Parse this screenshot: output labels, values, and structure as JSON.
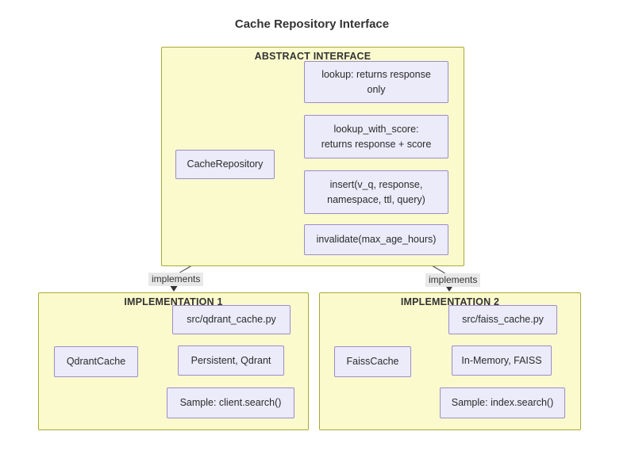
{
  "title": "Cache Repository Interface",
  "colors": {
    "cluster_fill": "#FBFACD",
    "cluster_border": "#AAAA33",
    "node_fill": "#ECEBFA",
    "node_border": "#9B8CCC",
    "edge": "#555555",
    "edge_label_bg": "#E8E8E8",
    "text": "#333333"
  },
  "abstract_interface": {
    "label": "ABSTRACT INTERFACE",
    "root": "CacheRepository",
    "methods": [
      {
        "lines": [
          "lookup: returns response",
          "only"
        ]
      },
      {
        "lines": [
          "lookup_with_score:",
          "returns response + score"
        ]
      },
      {
        "lines": [
          "insert(v_q, response,",
          "namespace, ttl, query)"
        ]
      },
      {
        "lines": [
          "invalidate(max_age_hours)"
        ]
      }
    ]
  },
  "implements_labels": {
    "left": "implements",
    "right": "implements"
  },
  "implementations": [
    {
      "label": "IMPLEMENTATION 1",
      "root": "QdrantCache",
      "items": [
        "src/qdrant_cache.py",
        "Persistent, Qdrant",
        "Sample: client.search()"
      ]
    },
    {
      "label": "IMPLEMENTATION 2",
      "root": "FaissCache",
      "items": [
        "src/faiss_cache.py",
        "In-Memory, FAISS",
        "Sample: index.search()"
      ]
    }
  ]
}
